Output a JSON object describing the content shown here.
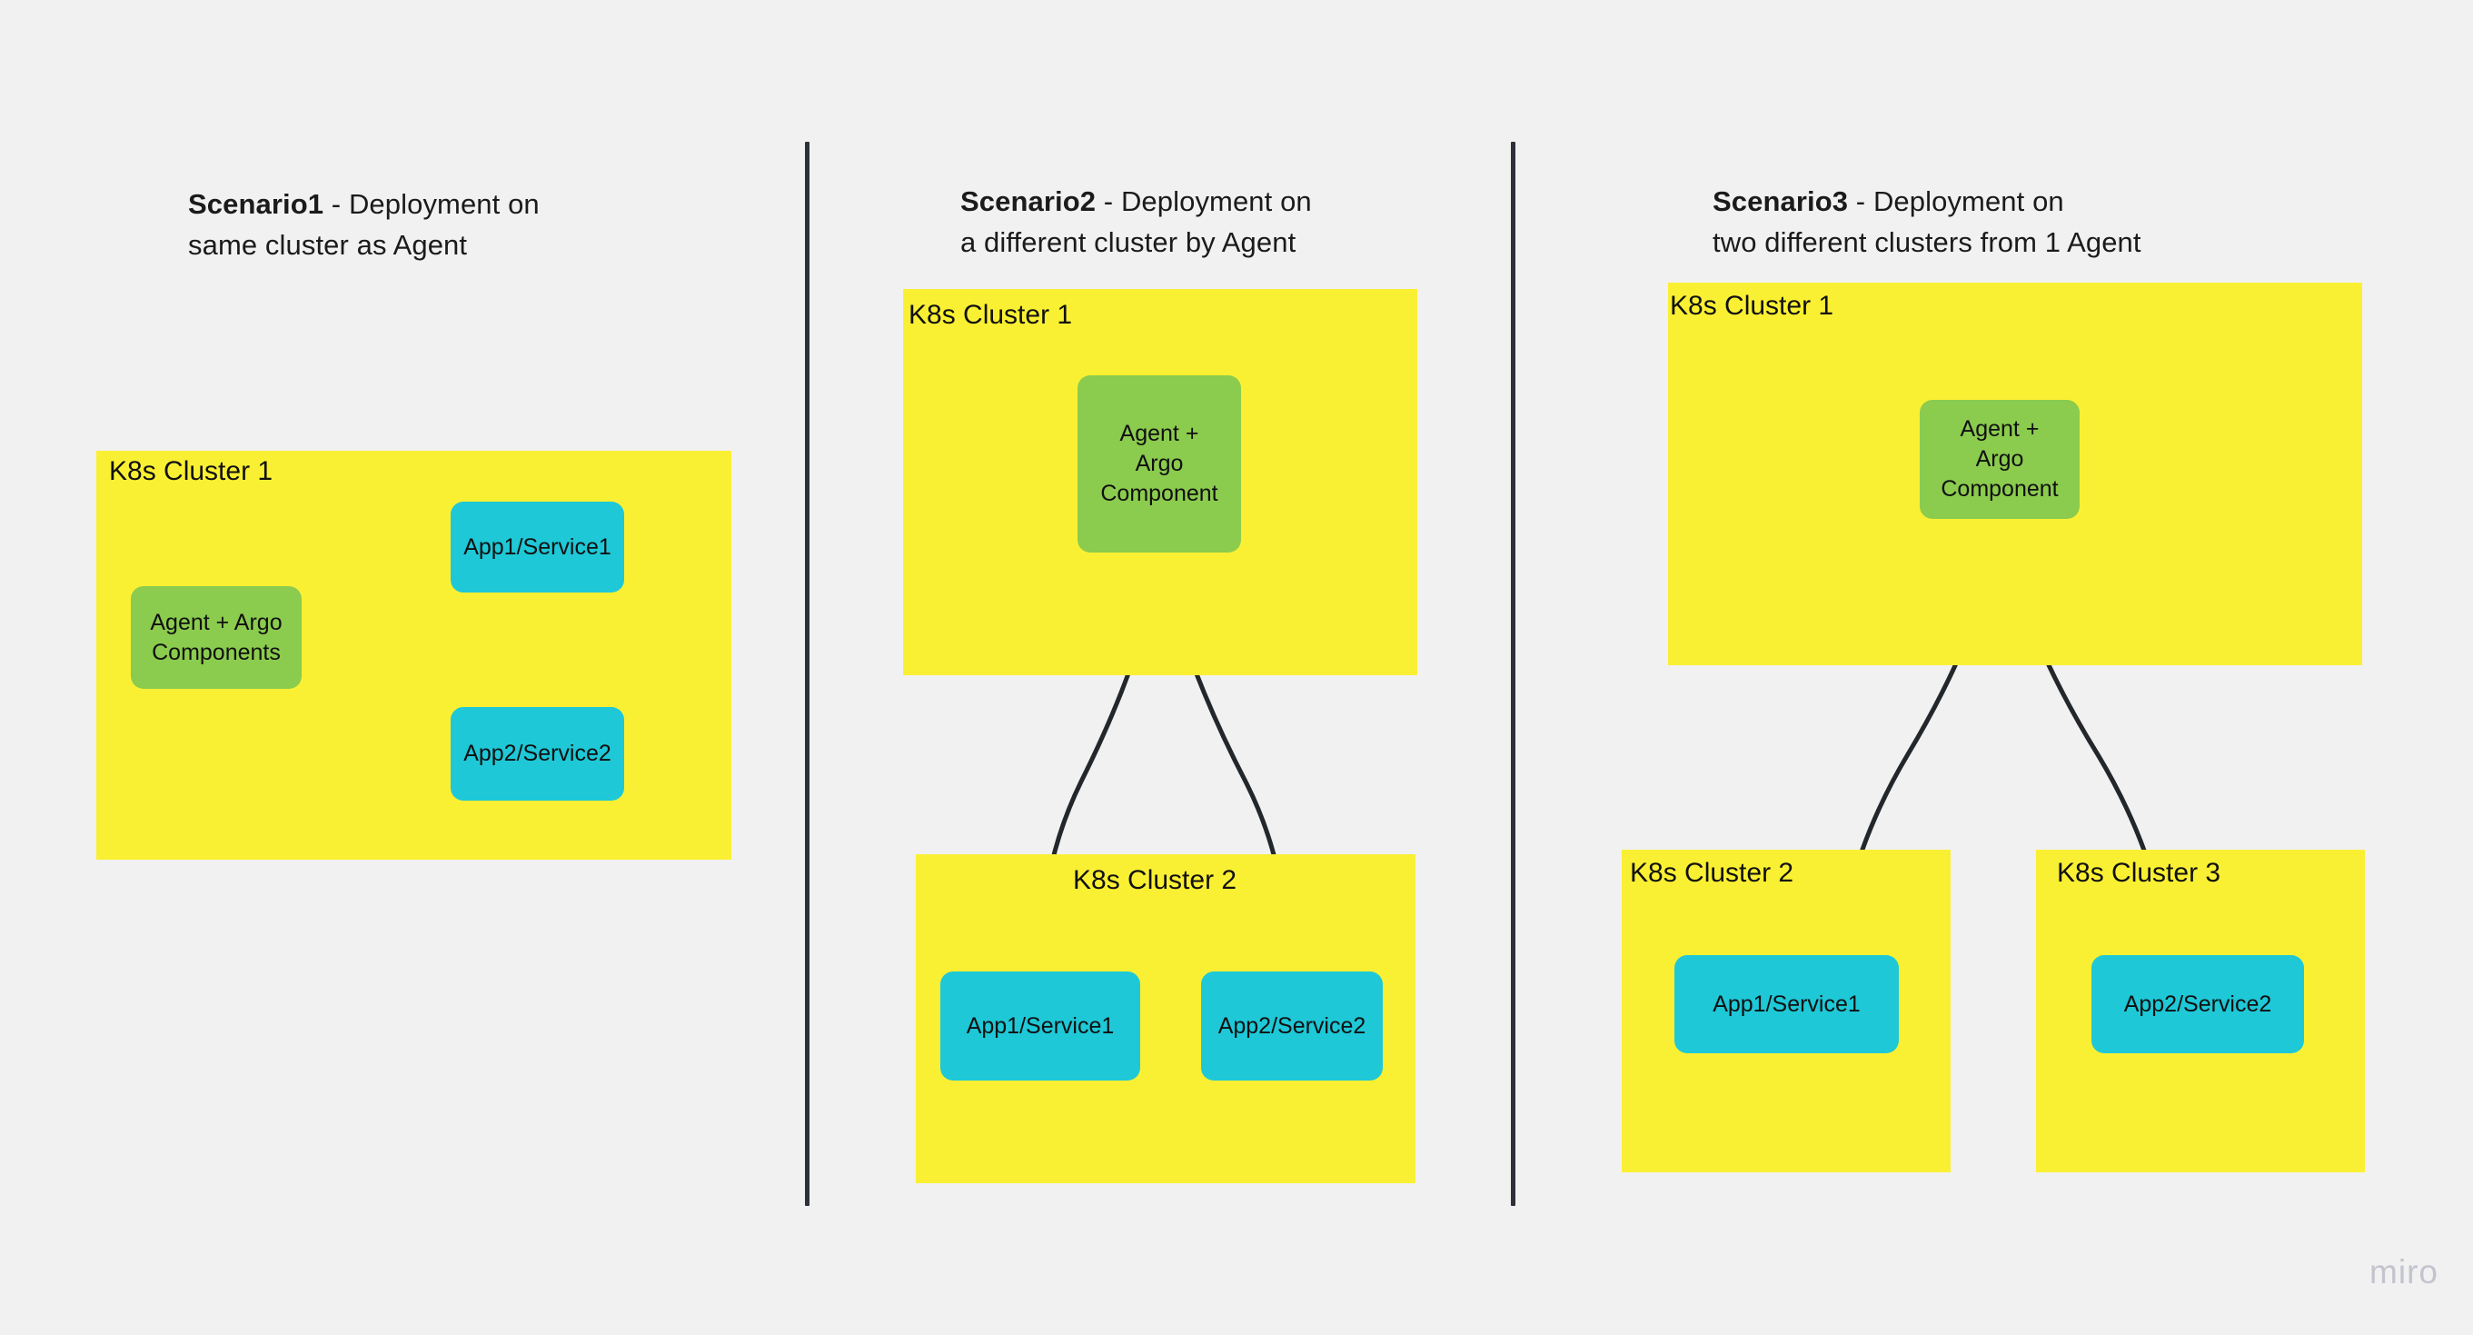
{
  "background_color": "#f1f1f1",
  "palette": {
    "cluster_yellow": "#faf033",
    "agent_green": "#8bcb4e",
    "app_cyan": "#1ec8d7",
    "arrow_dark": "#23272b",
    "divider_dark": "#2e3138",
    "text_dark": "#1b1b1b",
    "watermark_gray": "#c3c4ce"
  },
  "watermark": "miro",
  "panels": [
    {
      "id": "scenario1",
      "title_strong": "Scenario1",
      "title_rest": " - Deployment on\nsame cluster as Agent",
      "clusters": [
        {
          "id": "s1-cluster1",
          "label": "K8s Cluster 1"
        }
      ],
      "nodes": [
        {
          "id": "s1-agent",
          "label": "Agent + Argo\nComponents",
          "kind": "green"
        },
        {
          "id": "s1-app1",
          "label": "App1/Service1",
          "kind": "cyan"
        },
        {
          "id": "s1-app2",
          "label": "App2/Service2",
          "kind": "cyan"
        }
      ],
      "edges": [
        {
          "from": "s1-agent",
          "to": "s1-app1"
        },
        {
          "from": "s1-agent",
          "to": "s1-app2"
        }
      ]
    },
    {
      "id": "scenario2",
      "title_strong": "Scenario2",
      "title_rest": " - Deployment on\na different cluster by Agent",
      "clusters": [
        {
          "id": "s2-cluster1",
          "label": "K8s Cluster 1"
        },
        {
          "id": "s2-cluster2",
          "label": "K8s Cluster 2"
        }
      ],
      "nodes": [
        {
          "id": "s2-agent",
          "label": "Agent +\nArgo\nComponent",
          "kind": "green"
        },
        {
          "id": "s2-app1",
          "label": "App1/Service1",
          "kind": "cyan"
        },
        {
          "id": "s2-app2",
          "label": "App2/Service2",
          "kind": "cyan"
        }
      ],
      "edges": [
        {
          "from": "s2-agent",
          "to": "s2-app1"
        },
        {
          "from": "s2-agent",
          "to": "s2-app2"
        }
      ]
    },
    {
      "id": "scenario3",
      "title_strong": "Scenario3",
      "title_rest": " - Deployment on\ntwo different clusters from 1 Agent",
      "clusters": [
        {
          "id": "s3-cluster1",
          "label": "K8s Cluster 1"
        },
        {
          "id": "s3-cluster2",
          "label": "K8s Cluster 2"
        },
        {
          "id": "s3-cluster3",
          "label": "K8s Cluster 3"
        }
      ],
      "nodes": [
        {
          "id": "s3-agent",
          "label": "Agent +\nArgo\nComponent",
          "kind": "green"
        },
        {
          "id": "s3-app1",
          "label": "App1/Service1",
          "kind": "cyan"
        },
        {
          "id": "s3-app2",
          "label": "App2/Service2",
          "kind": "cyan"
        }
      ],
      "edges": [
        {
          "from": "s3-agent",
          "to": "s3-app1"
        },
        {
          "from": "s3-agent",
          "to": "s3-app2"
        }
      ]
    }
  ]
}
